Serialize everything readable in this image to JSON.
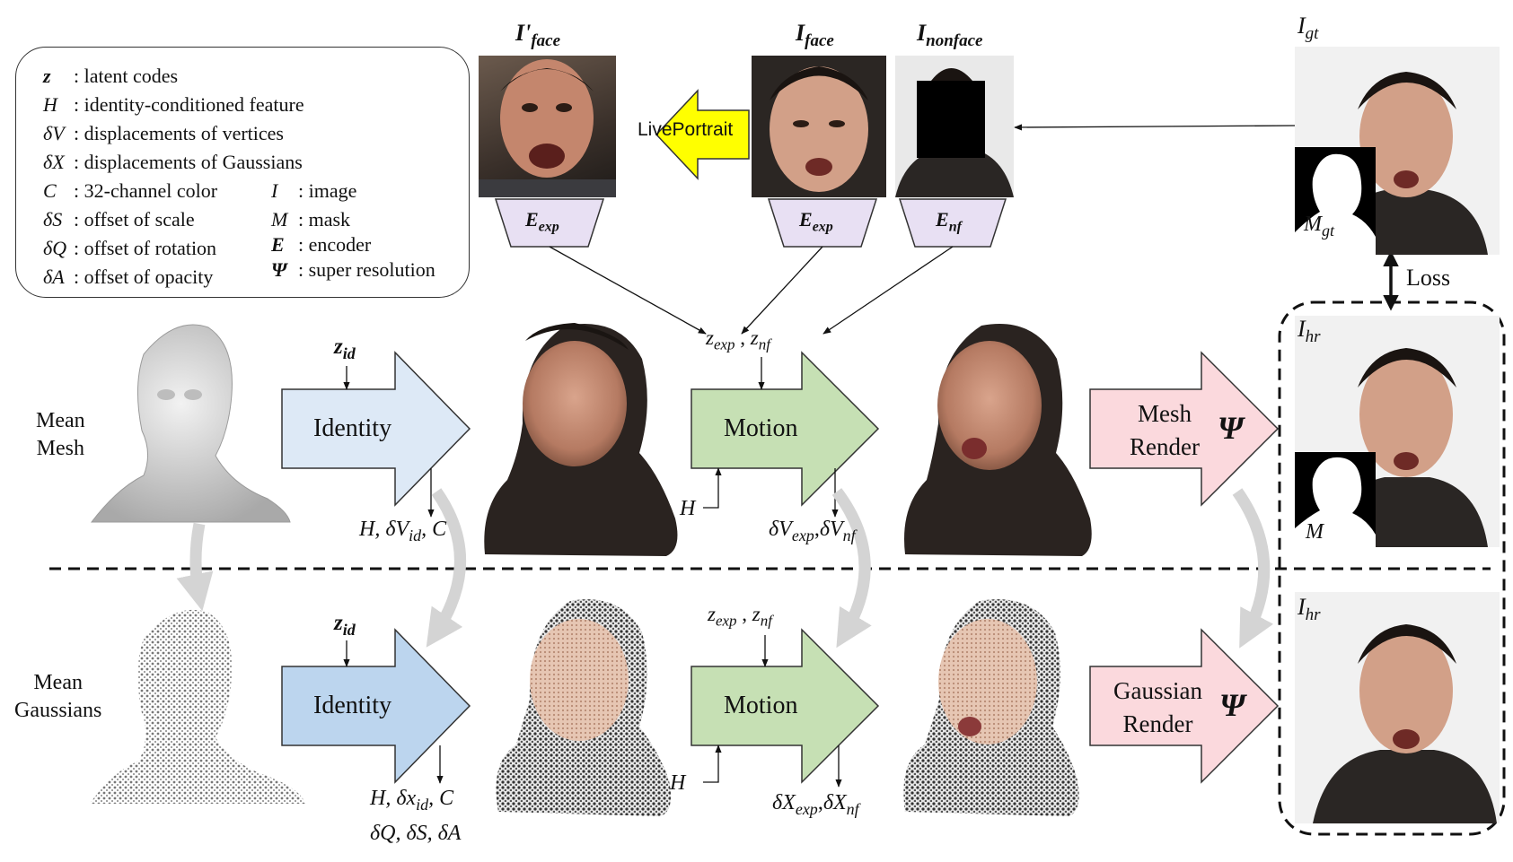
{
  "legend": {
    "rows": [
      {
        "sym": "z",
        "desc": ": latent codes"
      },
      {
        "sym": "H",
        "desc": ": identity-conditioned feature"
      },
      {
        "sym": "δV",
        "desc": ": displacements of vertices"
      },
      {
        "sym": "δX",
        "desc": ": displacements of Gaussians"
      },
      {
        "sym": "C",
        "desc": ": 32-channel color"
      },
      {
        "sym": "δS",
        "desc": ": offset of scale"
      },
      {
        "sym": "δQ",
        "desc": ": offset of rotation"
      },
      {
        "sym": "δA",
        "desc": ": offset of opacity"
      }
    ],
    "right_rows": [
      {
        "sym": "I",
        "desc": ": image"
      },
      {
        "sym": "M",
        "desc": ": mask"
      },
      {
        "sym": "E",
        "desc": ": encoder"
      },
      {
        "sym": "Ψ",
        "desc": ": super resolution"
      }
    ]
  },
  "top": {
    "i_face_prime": {
      "base": "I'",
      "sub": "face"
    },
    "i_face": {
      "base": "I",
      "sub": "face"
    },
    "i_nonface": {
      "base": "I",
      "sub": "nonface"
    },
    "i_gt": {
      "base": "I",
      "sub": "gt"
    },
    "m_gt": {
      "base": "M",
      "sub": "gt"
    },
    "liveportrait": "LivePortrait",
    "enc1": {
      "base": "E",
      "sub": "exp"
    },
    "enc2": {
      "base": "E",
      "sub": "exp"
    },
    "enc3": {
      "base": "E",
      "sub": "nf"
    },
    "loss": "Loss"
  },
  "mesh_row": {
    "mean_label_1": "Mean",
    "mean_label_2": "Mesh",
    "z_id": {
      "base": "z",
      "sub": "id"
    },
    "identity": "Identity",
    "identity_out": {
      "p1": "H, δV",
      "s1": "id",
      "p2": ", C"
    },
    "z_motion": {
      "a": "z",
      "as": "exp",
      "sep": " , ",
      "b": "z",
      "bs": "nf"
    },
    "motion": "Motion",
    "h_in": "H",
    "motion_out": {
      "a": "δV",
      "as": "exp",
      "sep": ",",
      "b": "δV",
      "bs": "nf"
    },
    "render_1": "Mesh",
    "render_2": "Render",
    "psi": "Ψ",
    "i_hr": {
      "base": "I",
      "sub": "hr"
    },
    "m": "M"
  },
  "gauss_row": {
    "mean_label_1": "Mean",
    "mean_label_2": "Gaussians",
    "z_id": {
      "base": "z",
      "sub": "id"
    },
    "identity": "Identity",
    "identity_out_1": {
      "p1": "H, δx",
      "s1": "id",
      "p2": ", C"
    },
    "identity_out_2": "δQ, δS, δA",
    "z_motion": {
      "a": "z",
      "as": "exp",
      "sep": " , ",
      "b": "z",
      "bs": "nf"
    },
    "motion": "Motion",
    "h_in": "H",
    "motion_out": {
      "a": "δX",
      "as": "exp",
      "sep": ",",
      "b": "δX",
      "bs": "nf"
    },
    "render_1": "Gaussian",
    "render_2": "Render",
    "psi": "Ψ",
    "i_hr": {
      "base": "I",
      "sub": "hr"
    }
  },
  "colors": {
    "identity_mesh": "#dde9f6",
    "identity_gauss": "#bcd5ee",
    "motion": "#c6e0b4",
    "render": "#fbd9dd",
    "encoder": "#e8e0f3",
    "liveportrait": "#ffff00"
  }
}
